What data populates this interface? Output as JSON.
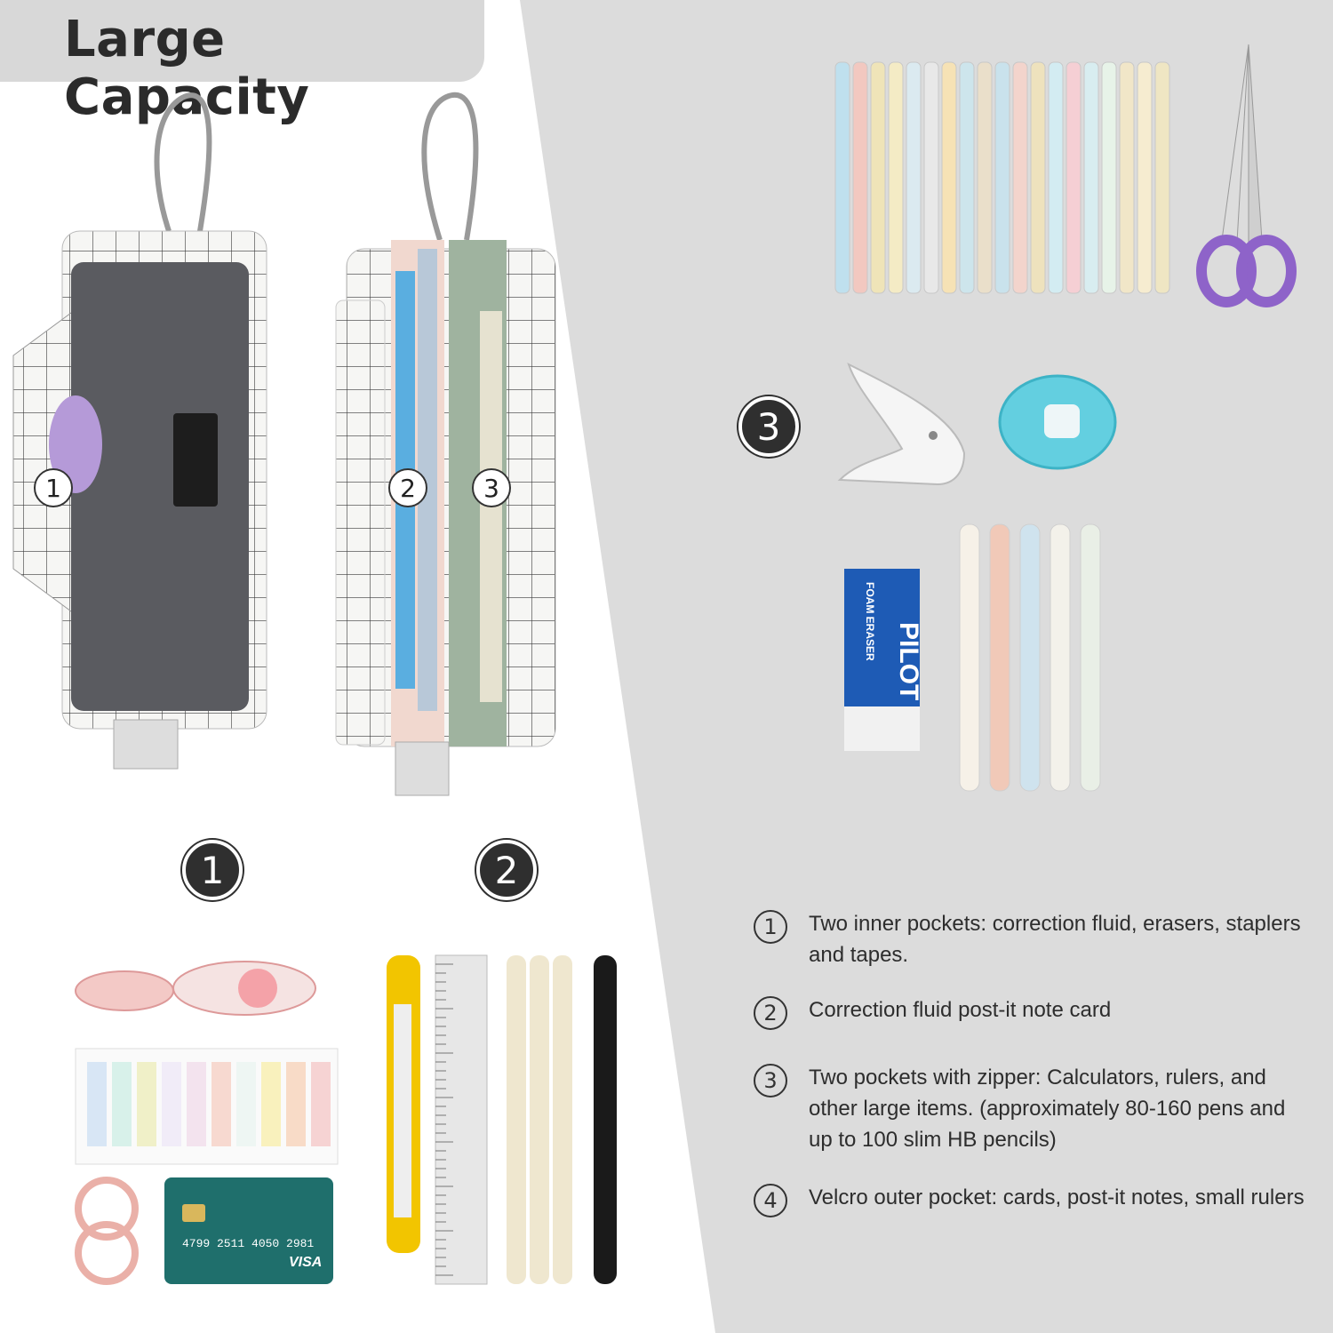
{
  "header": {
    "title": "Large Capacity"
  },
  "illustration_badges": {
    "one": "1",
    "two": "2",
    "three": "3"
  },
  "pocket_labels": {
    "one": "1",
    "two": "2",
    "three": "3"
  },
  "features": [
    {
      "num": "1",
      "text": "Two inner pockets:  correction fluid, erasers, staplers and tapes."
    },
    {
      "num": "2",
      "text": "Correction fluid post-it note card"
    },
    {
      "num": "3",
      "text": "Two pockets with zipper: Calculators, rulers, and other large items. (approximately 80-160 pens and up to 100 slim HB pencils)"
    },
    {
      "num": "4",
      "text": "Velcro outer pocket: cards, post-it notes, small rulers"
    }
  ],
  "props": {
    "eraser_brand": "PILOT",
    "eraser_label": "FOAM ERASER",
    "card_brand": "VISA",
    "card_number": "4799 2511 4050 2981"
  },
  "colors": {
    "background": "#dcdcdc",
    "panel": "#ffffff",
    "badge": "#2f2f2f",
    "scissors": "#8e63c9",
    "cutter": "#5fd0e0"
  }
}
